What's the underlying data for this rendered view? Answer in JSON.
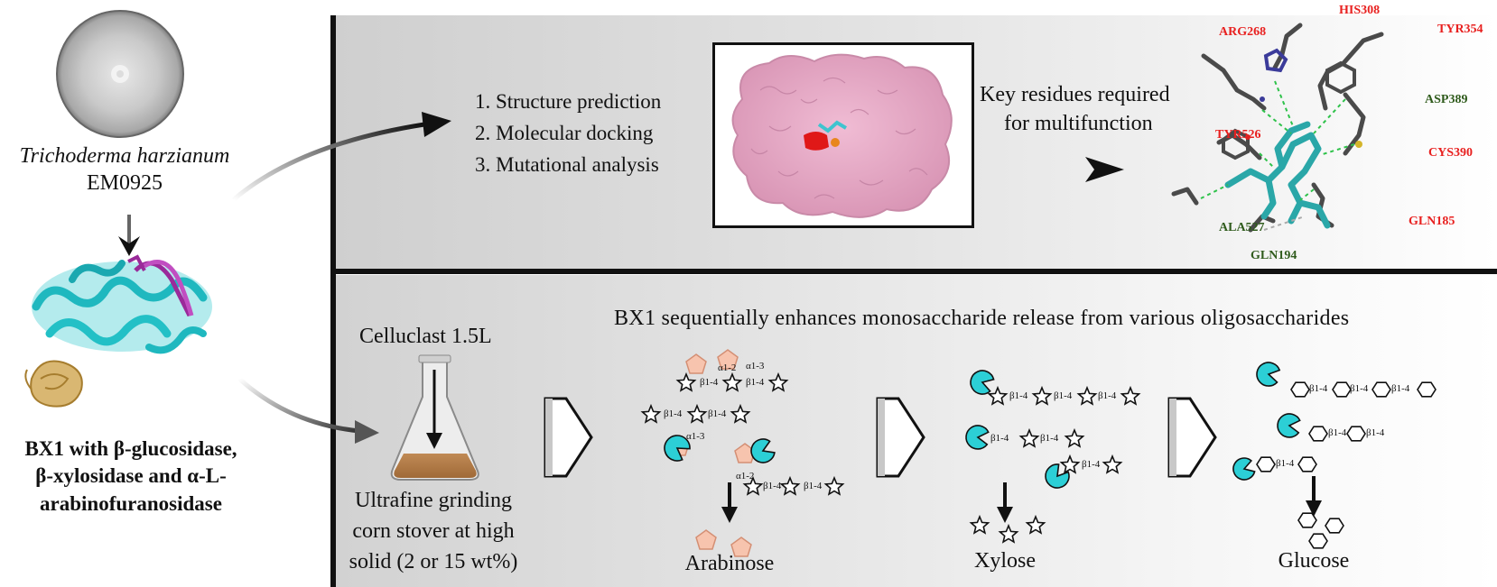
{
  "organism": {
    "genus_species": "Trichoderma harzianum",
    "strain": "EM0925"
  },
  "enzyme_caption": {
    "line1": "BX1 with β-glucosidase,",
    "line2": "β-xylosidase and α-L-",
    "line3": "arabinofuranosidase"
  },
  "analysis_steps": [
    "1. Structure prediction",
    "2. Molecular docking",
    "3. Mutational analysis"
  ],
  "key_residues_caption": {
    "line1": "Key residues required",
    "line2": "for multifunction"
  },
  "residues": {
    "red": [
      "HIS308",
      "ARG268",
      "TYR354",
      "TYR526",
      "CYS390",
      "GLN185"
    ],
    "green": [
      "ASP389",
      "ALA527",
      "GLN194"
    ]
  },
  "enzyme_product": "Celluclast 1.5L",
  "substrate": {
    "line1": "Ultrafine grinding",
    "line2": "corn stover at high",
    "line3": "solid (2 or 15 wt%)"
  },
  "hydrolysis_title": "BX1 sequentially enhances monosaccharide release from various oligosaccharides",
  "bonds": {
    "b14": "β1-4",
    "a12": "α1-2",
    "a13": "α1-3"
  },
  "products": [
    "Arabinose",
    "Xylose",
    "Glucose"
  ],
  "colors": {
    "enzyme_pacman": "#2ccfd6",
    "arabinose": "#f7c4ae",
    "protein_surface": "#e7a9c6",
    "residue_red": "#e8201f",
    "residue_green": "#2f5b1c",
    "ligand": "#24a5a5"
  },
  "icons": [
    "petri-dish-icon",
    "protein-ribbon-icon",
    "erlenmeyer-flask-icon",
    "chevron-arrow-icon",
    "pacman-enzyme-icon",
    "star-xylose-icon",
    "pentagon-arabinose-icon",
    "hexagon-glucose-icon"
  ]
}
